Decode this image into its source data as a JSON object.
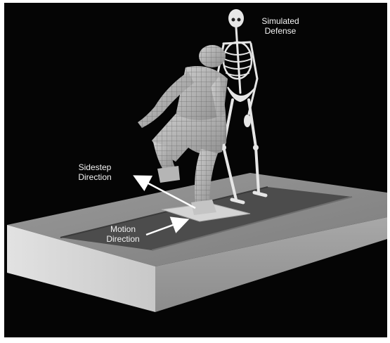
{
  "figure": {
    "labels": {
      "simulated_defense_line1": "Simulated",
      "simulated_defense_line2": "Defense",
      "sidestep_line1": "Sidestep",
      "sidestep_line2": "Direction",
      "motion_line1": "Motion",
      "motion_line2": "Direction"
    },
    "colors": {
      "background": "#050505",
      "platform_top": "#8e8e8e",
      "platform_front": "#d6d6d6",
      "lane": "#4a4a4a",
      "arrow": "#ffffff",
      "skeleton": "#e4e4e4",
      "wireframe_figure": "#bdbdbd"
    }
  }
}
